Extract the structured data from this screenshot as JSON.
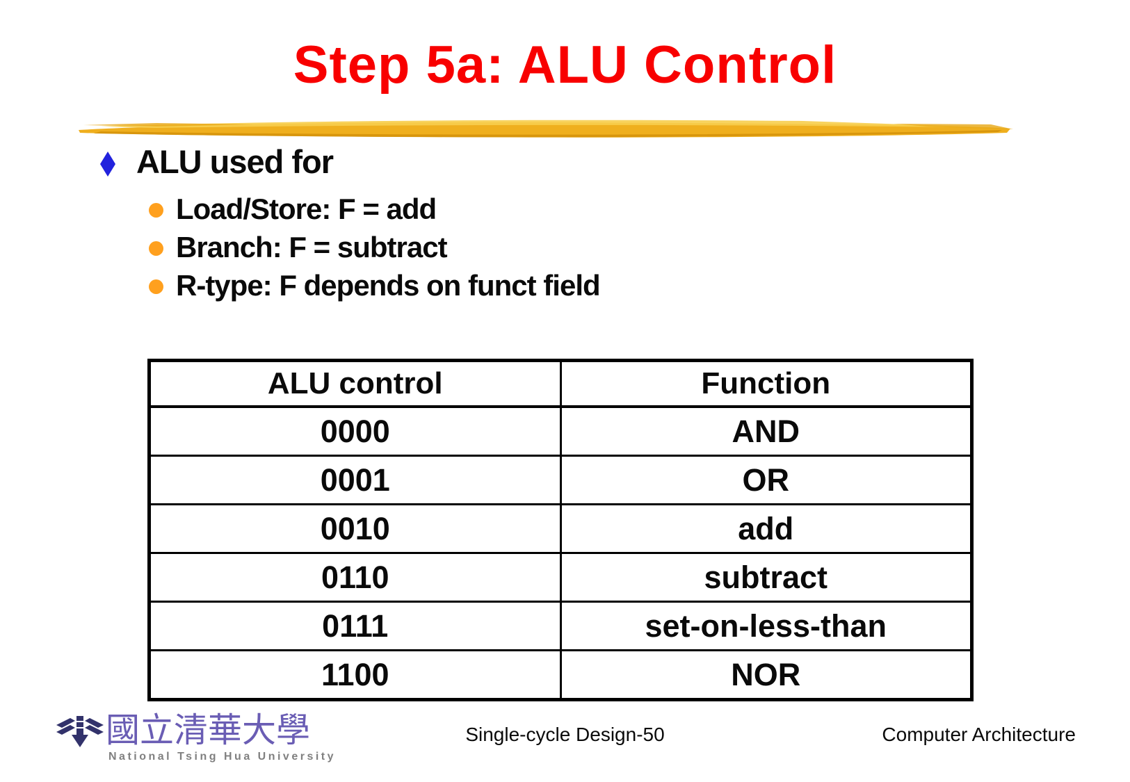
{
  "slide": {
    "title": "Step 5a: ALU Control",
    "bullets": {
      "main": "ALU used for",
      "sub": [
        "Load/Store: F = add",
        "Branch: F = subtract",
        "R-type: F depends on funct field"
      ]
    },
    "table": {
      "headers": [
        "ALU control",
        "Function"
      ],
      "rows": [
        [
          "0000",
          "AND"
        ],
        [
          "0001",
          "OR"
        ],
        [
          "0010",
          "add"
        ],
        [
          "0110",
          "subtract"
        ],
        [
          "0111",
          "set-on-less-than"
        ],
        [
          "1100",
          "NOR"
        ]
      ]
    },
    "footer": {
      "logo_cjk": "國立清華大學",
      "logo_en": "National Tsing Hua University",
      "page_label": "Single-cycle Design-50",
      "course_label": "Computer Architecture"
    },
    "colors": {
      "title_red": "#f80000",
      "diamond_blue": "#2222dd",
      "bullet_orange": "#ffa01e",
      "brush_gold": "#efaf1e",
      "logo_purple": "#6a5db4",
      "emblem_indigo": "#32326b"
    }
  }
}
